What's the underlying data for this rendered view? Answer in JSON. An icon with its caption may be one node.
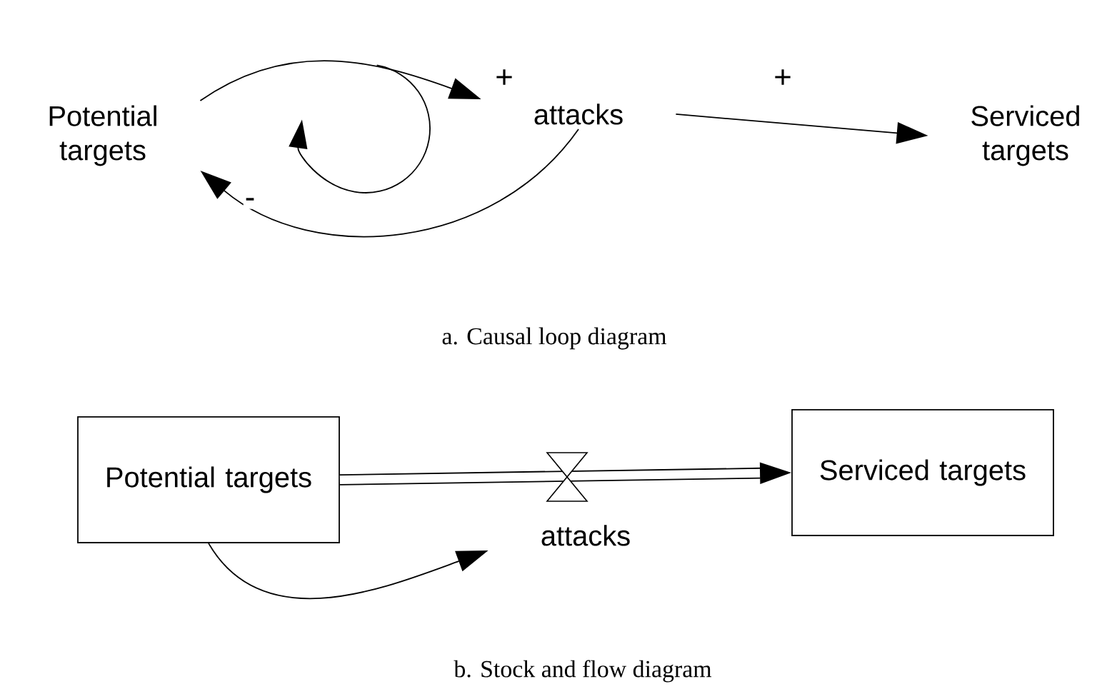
{
  "diagram": {
    "nodes": [
      {
        "text": [
          "Potential targets"
        ]
      },
      {
        "text": [
          "attacks"
        ]
      },
      {
        "text": [
          "Serviced targets"
        ]
      },
      {
        "text": [
          "Potential targets"
        ]
      },
      {
        "text": [
          "Serviced targets"
        ]
      },
      {
        "text": [
          "attacks"
        ]
      }
    ],
    "edges": [
      {
        "from": 0,
        "to": 1,
        "arrow": "to",
        "label": "+"
      },
      {
        "from": 1,
        "to": 0,
        "arrow": "to",
        "label": "-"
      },
      {
        "from": 1,
        "to": 2,
        "arrow": "to",
        "label": "+"
      },
      {
        "from": 3,
        "to": 4,
        "arrow": "to",
        "style": "thick"
      },
      {
        "from": 3,
        "to": 5,
        "arrow": "to"
      }
    ],
    "labels": [
      "a. Causal loop diagram",
      "b. Stock and flow diagram"
    ]
  }
}
